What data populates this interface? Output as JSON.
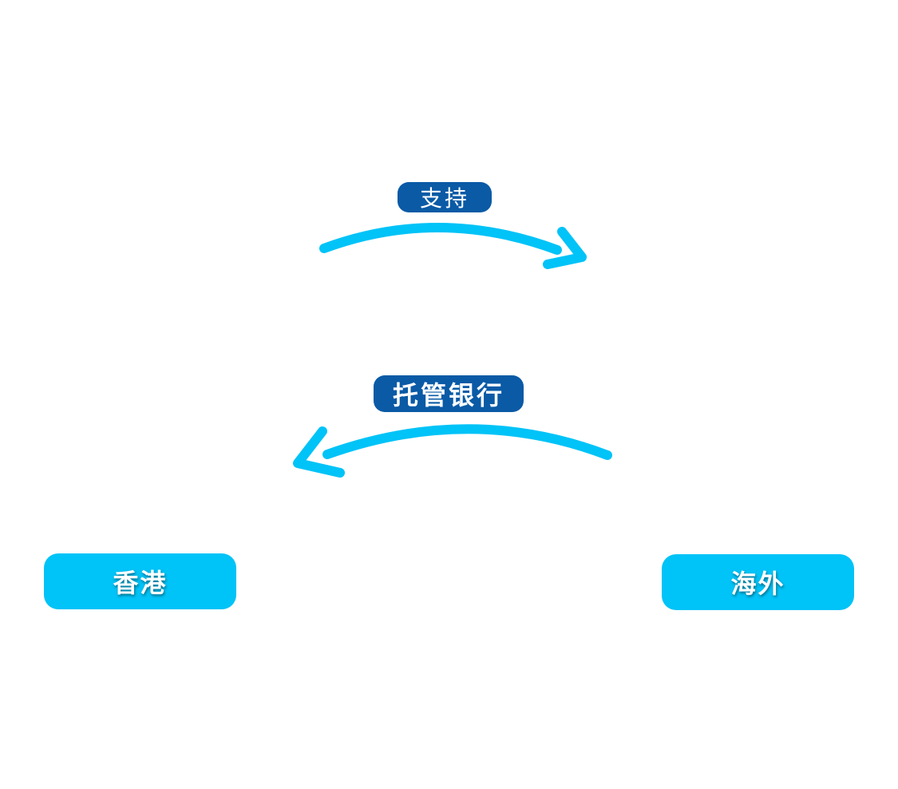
{
  "labels": {
    "top_arrow": "支持",
    "bottom_arrow": "托管银行"
  },
  "nodes": {
    "left": "香港",
    "right": "海外"
  },
  "colors": {
    "arrow": "#00c3f7",
    "node_fill": "#00c3f7",
    "label_fill": "#0a5aa6",
    "text": "#ffffff"
  }
}
